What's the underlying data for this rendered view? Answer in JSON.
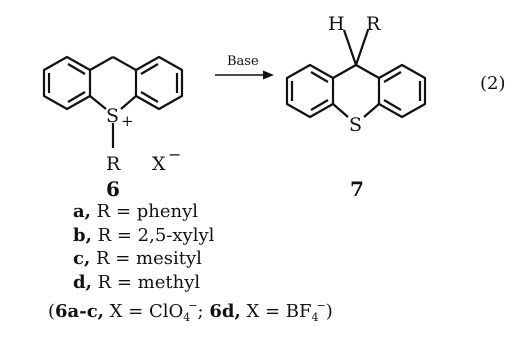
{
  "scheme": {
    "reagent": "Base",
    "equation_number": "(2)",
    "reactant": {
      "id": "6",
      "sulfur": "S",
      "charge": "+",
      "substituent": "R",
      "counterion": "X",
      "counterion_charge": "−"
    },
    "product": {
      "id": "7",
      "h_label": "H",
      "r_label": "R",
      "sulfur": "S"
    }
  },
  "variants": [
    {
      "key": "a,",
      "text": "R = phenyl"
    },
    {
      "key": "b,",
      "text": "R = 2,5-xylyl"
    },
    {
      "key": "c,",
      "text": "R = mesityl"
    },
    {
      "key": "d,",
      "text": "R = methyl"
    }
  ],
  "counterions": {
    "open": "(",
    "ref1": "6a-c,",
    "eq1": "X = ClO",
    "sub1": "4",
    "sup1": "−",
    "sep": ";",
    "ref2": "6d,",
    "eq2": "X = BF",
    "sub2": "4",
    "sup2": "−",
    "close": ")"
  }
}
